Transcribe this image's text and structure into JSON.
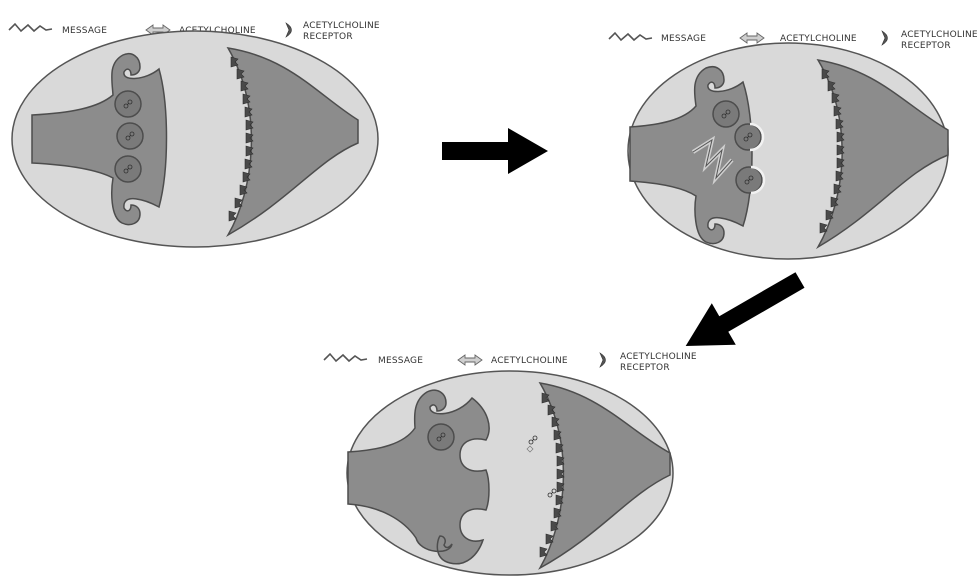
{
  "legend": {
    "message": "MESSAGE",
    "acetylcholine": "ACETYLCHOLINE",
    "receptor_line1": "ACETYLCHOLINE",
    "receptor_line2": "RECEPTOR"
  },
  "colors": {
    "background_oval": "#d9d9d9",
    "cell": "#8c8c8c",
    "cell_stroke": "#4d4d4d",
    "vesicle": "#7a7a7a",
    "receptor": "#4a4a4a",
    "arrow": "#000000"
  },
  "icons": [
    "message-zigzag-icon",
    "acetylcholine-icon",
    "receptor-icon",
    "next-step-arrow"
  ]
}
